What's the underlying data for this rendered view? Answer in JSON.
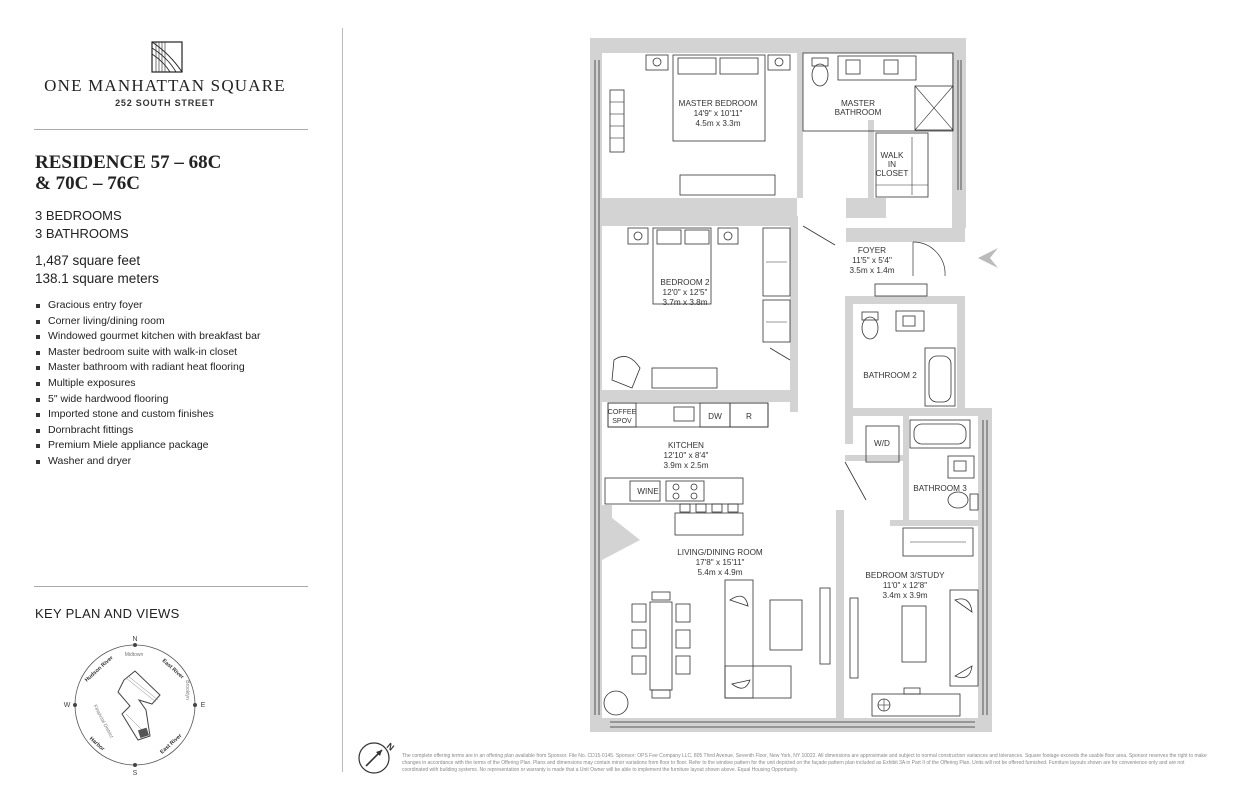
{
  "brand": {
    "name": "ONE MANHATTAN SQUARE",
    "address": "252 SOUTH STREET"
  },
  "residence": {
    "title_line1": "RESIDENCE 57 – 68C",
    "title_line2": "& 70C – 76C",
    "bedrooms": "3 BEDROOMS",
    "bathrooms": "3 BATHROOMS",
    "area_ft": "1,487 square feet",
    "area_m": "138.1 square meters"
  },
  "features": [
    "Gracious entry foyer",
    "Corner living/dining room",
    "Windowed gourmet kitchen with breakfast bar",
    "Master bedroom suite with walk-in closet",
    "Master bathroom with radiant heat flooring",
    "Multiple exposures",
    "5\" wide hardwood flooring",
    "Imported stone and custom finishes",
    "Dornbracht fittings",
    "Premium Miele appliance package",
    "Washer and dryer"
  ],
  "key_plan": {
    "title": "KEY PLAN AND VIEWS",
    "compass": {
      "n": "N",
      "s": "S",
      "e": "E",
      "w": "W"
    },
    "labels": {
      "hudson_river": "Hudson River",
      "east_river_top": "East River",
      "harbor": "Harbor",
      "east_river_bottom": "East River",
      "midtown": "Midtown",
      "brooklyn": "Brooklyn",
      "financial_district": "Financial District"
    }
  },
  "rooms": {
    "master_bedroom": {
      "name": "MASTER BEDROOM",
      "dim_ft": "14'9\" x 10'11\"",
      "dim_m": "4.5m x 3.3m"
    },
    "master_bathroom": {
      "name_line1": "MASTER",
      "name_line2": "BATHROOM"
    },
    "walk_in_closet": {
      "line1": "WALK",
      "line2": "IN",
      "line3": "CLOSET"
    },
    "foyer": {
      "name": "FOYER",
      "dim_ft": "11'5\" x 5'4\"",
      "dim_m": "3.5m x 1.4m"
    },
    "bedroom_2": {
      "name": "BEDROOM 2",
      "dim_ft": "12'0\" x 12'5\"",
      "dim_m": "3.7m x 3.8m"
    },
    "bathroom_2": {
      "name": "BATHROOM 2"
    },
    "kitchen": {
      "name": "KITCHEN",
      "dim_ft": "12'10\" x 8'4\"",
      "dim_m": "3.9m x 2.5m"
    },
    "wd": {
      "name": "W/D"
    },
    "bathroom_3": {
      "name": "BATHROOM 3"
    },
    "living": {
      "name": "LIVING/DINING ROOM",
      "dim_ft": "17'8\" x 15'11\"",
      "dim_m": "5.4m x 4.9m"
    },
    "bedroom_3": {
      "name": "BEDROOM 3/STUDY",
      "dim_ft": "11'0\" x 12'8\"",
      "dim_m": "3.4m x 3.9m"
    }
  },
  "appliances": {
    "coffee_line1": "COFFEE",
    "coffee_line2": "SPOV",
    "dw": "DW",
    "r": "R",
    "wine": "WINE"
  },
  "north_label": "N",
  "disclaimer": "The complete offering terms are in an offering plan available from Sponsor. File No. CD15-0145. Sponsor: OPS Fee Company LLC, 805 Third Avenue, Seventh Floor, New York, NY 10022. All dimensions are approximate and subject to normal construction variances and tolerances. Square footage exceeds the usable floor area. Sponsor reserves the right to make changes in accordance with the terms of the Offering Plan. Plans and dimensions may contain minor variations from floor to floor. Refer to the window pattern for the unit depicted on the façade pattern plan included as Exhibit 3A in Part II of the Offering Plan. Units will not be offered furnished. Furniture layouts shown are for convenience only and are not coordinated with building systems. No representation or warranty is made that a Unit Owner will be able to implement the furniture layout shown above. Equal Housing Opportunity."
}
